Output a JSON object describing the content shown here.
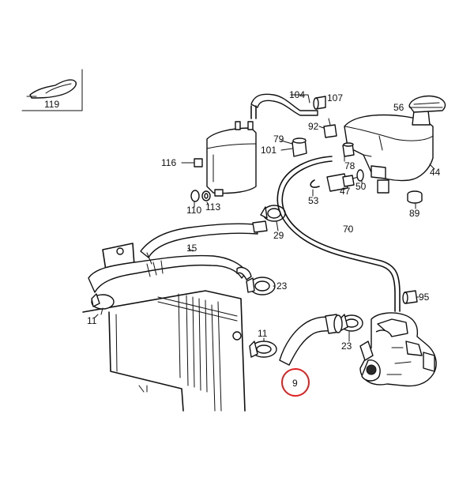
{
  "labels": {
    "l119": "119",
    "l104": "104",
    "l107": "107",
    "l56": "56",
    "l92": "92",
    "l79": "79",
    "l101": "101",
    "l116": "116",
    "l78": "78",
    "l44": "44",
    "l53": "53",
    "l47": "47",
    "l50": "50",
    "l110": "110",
    "l113": "113",
    "l89": "89",
    "l29": "29",
    "l70": "70",
    "l15": "15",
    "l23a": "23",
    "l95": "95",
    "l11a": "11",
    "l11b": "11",
    "l23b": "23",
    "l9": "9"
  },
  "highlight": {
    "part": "9",
    "color": "#e02020"
  }
}
